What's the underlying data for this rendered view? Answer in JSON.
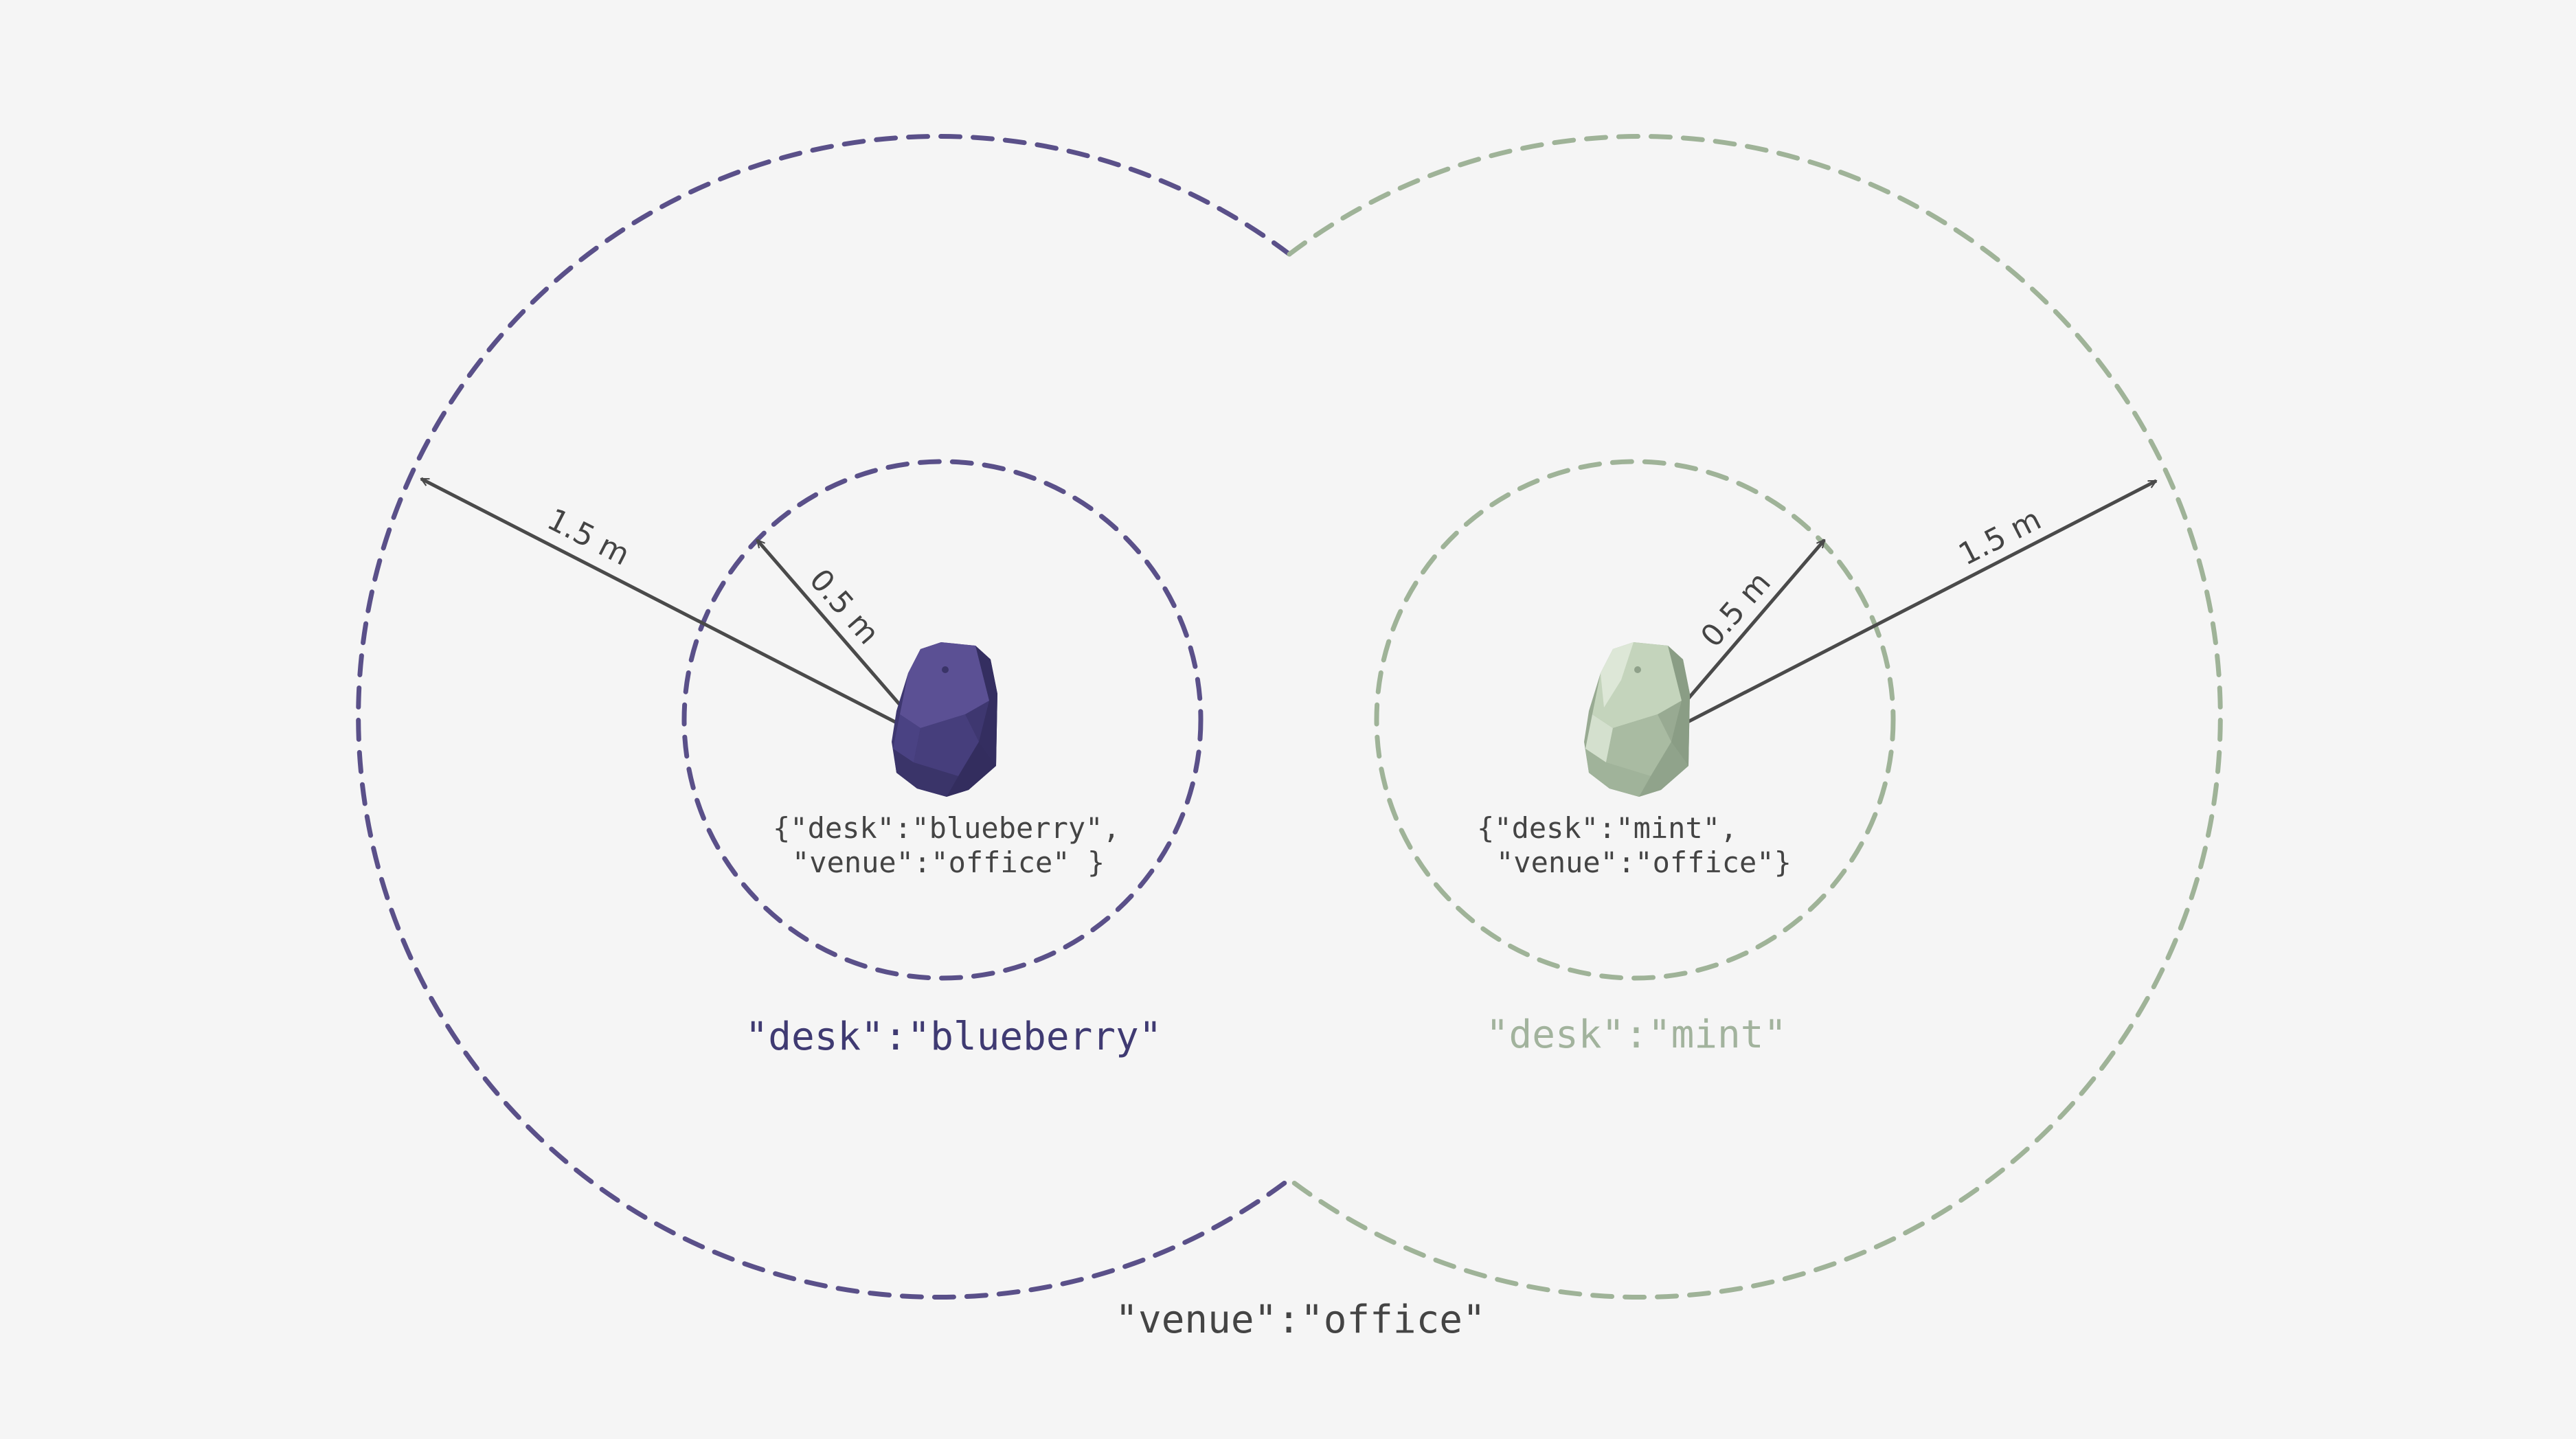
{
  "colors": {
    "background": "#f5f5f5",
    "blueberry": "#5a5089",
    "blueberry_text": "#3f3a72",
    "mint": "#9fb398",
    "mint_text": "#a2b39d",
    "arrow": "#4a4a4a",
    "text": "#444444"
  },
  "beacons": [
    {
      "id": "blueberry",
      "icon": "beacon-stone-icon",
      "attachment_line1": "{\"desk\":\"blueberry\",",
      "attachment_line2": "\"venue\":\"office\" }",
      "zone_label": "\"desk\":\"blueberry\"",
      "near_range_label": "0.5 m",
      "far_range_label": "1.5 m"
    },
    {
      "id": "mint",
      "icon": "beacon-stone-icon",
      "attachment_line1": "{\"desk\":\"mint\",",
      "attachment_line2": "\"venue\":\"office\"}",
      "zone_label": "\"desk\":\"mint\"",
      "near_range_label": "0.5 m",
      "far_range_label": "1.5 m"
    }
  ],
  "venue_label": "\"venue\":\"office\""
}
